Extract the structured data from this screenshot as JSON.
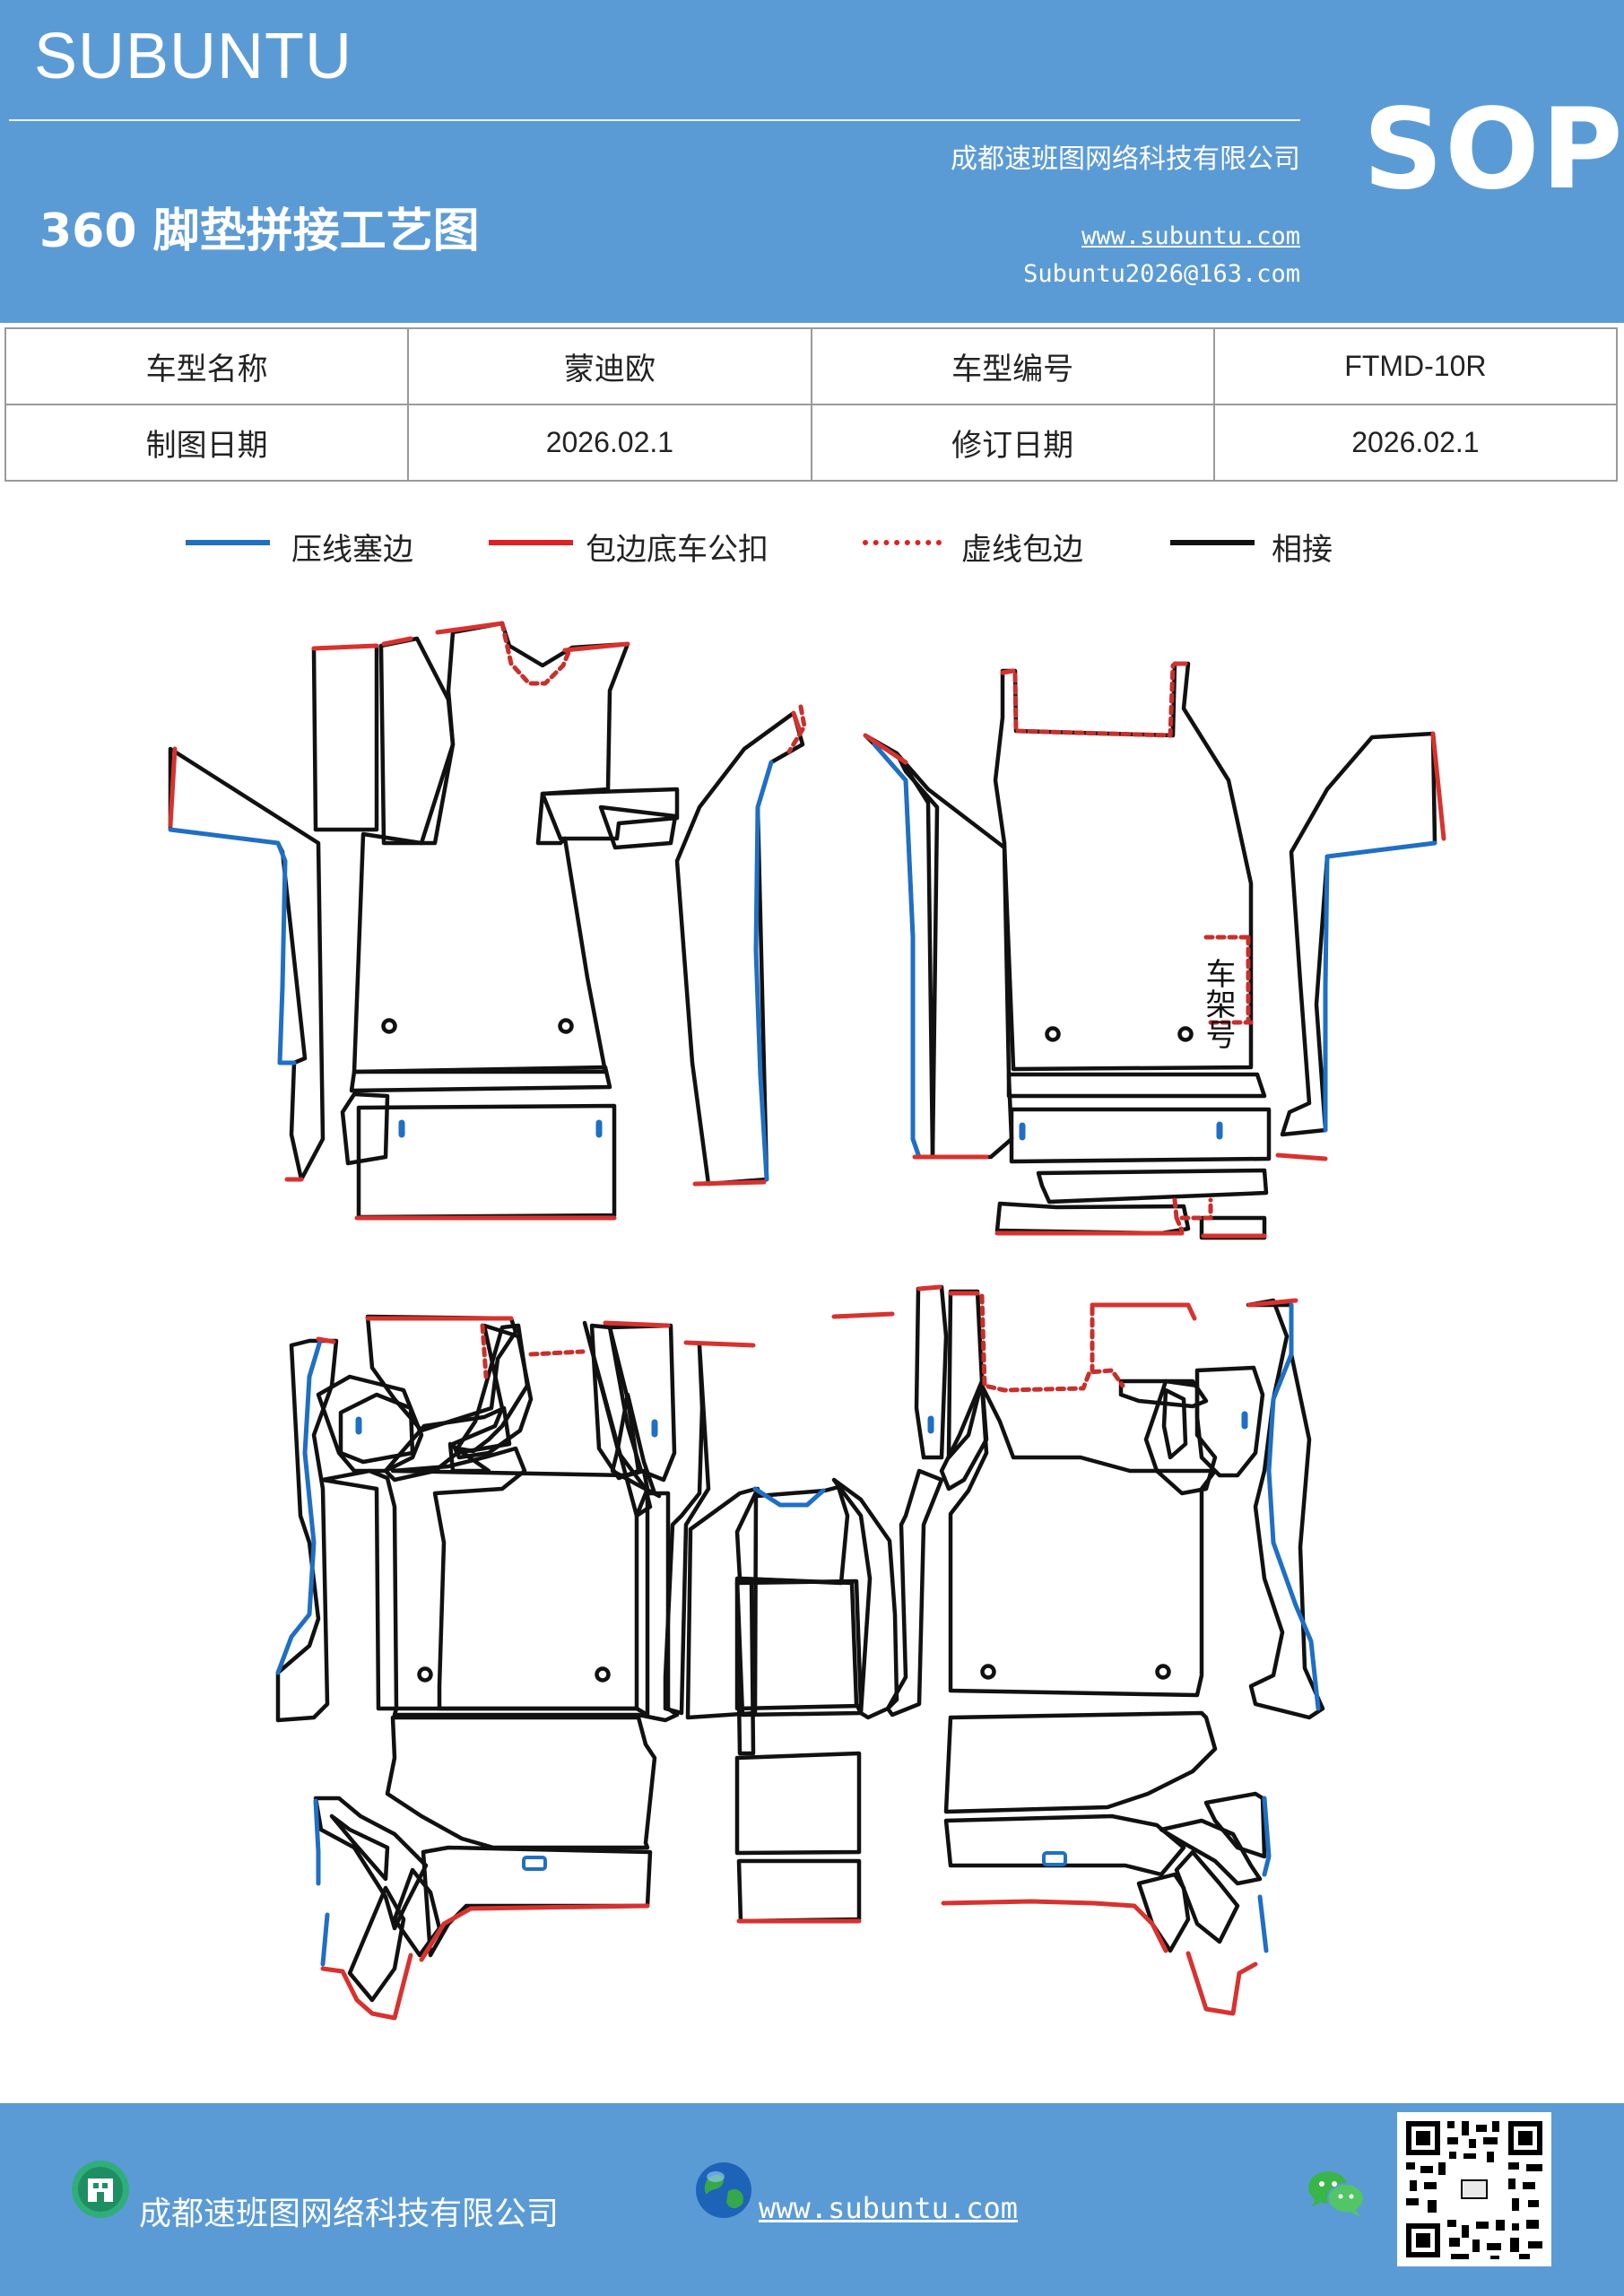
{
  "header": {
    "brand": "SUBUNTU",
    "doc_title": "360 脚垫拼接工艺图",
    "company": "成都速班图网络科技有限公司",
    "website": "www.subuntu.com",
    "email": "Subuntu2026@163.com",
    "badge": "SOP"
  },
  "info_table": {
    "model_name_label": "车型名称",
    "model_name": "蒙迪欧",
    "model_code_label": "车型编号",
    "model_code": "FTMD-10R",
    "draw_date_label": "制图日期",
    "draw_date": "2026.02.1",
    "revise_date_label": "修订日期",
    "revise_date": "2026.02.1"
  },
  "legend": [
    {
      "label": "压线塞边",
      "color": "#1f6fc4",
      "style": "solid"
    },
    {
      "label": "包边底车公扣",
      "color": "#e02020",
      "style": "solid"
    },
    {
      "label": "虚线包边",
      "color": "#e02020",
      "style": "dotted"
    },
    {
      "label": "相接",
      "color": "#111111",
      "style": "solid"
    }
  ],
  "drawing": {
    "vin_label": "车架号"
  },
  "colors": {
    "header_bg": "#5b9bd5",
    "blue_line": "#1f6fc4",
    "red_line": "#d8322e",
    "black_line": "#111111"
  },
  "footer": {
    "company": "成都速班图网络科技有限公司",
    "website": "www.subuntu.com",
    "icons": [
      "building-icon",
      "globe-icon",
      "wechat-icon",
      "qr-code"
    ]
  }
}
